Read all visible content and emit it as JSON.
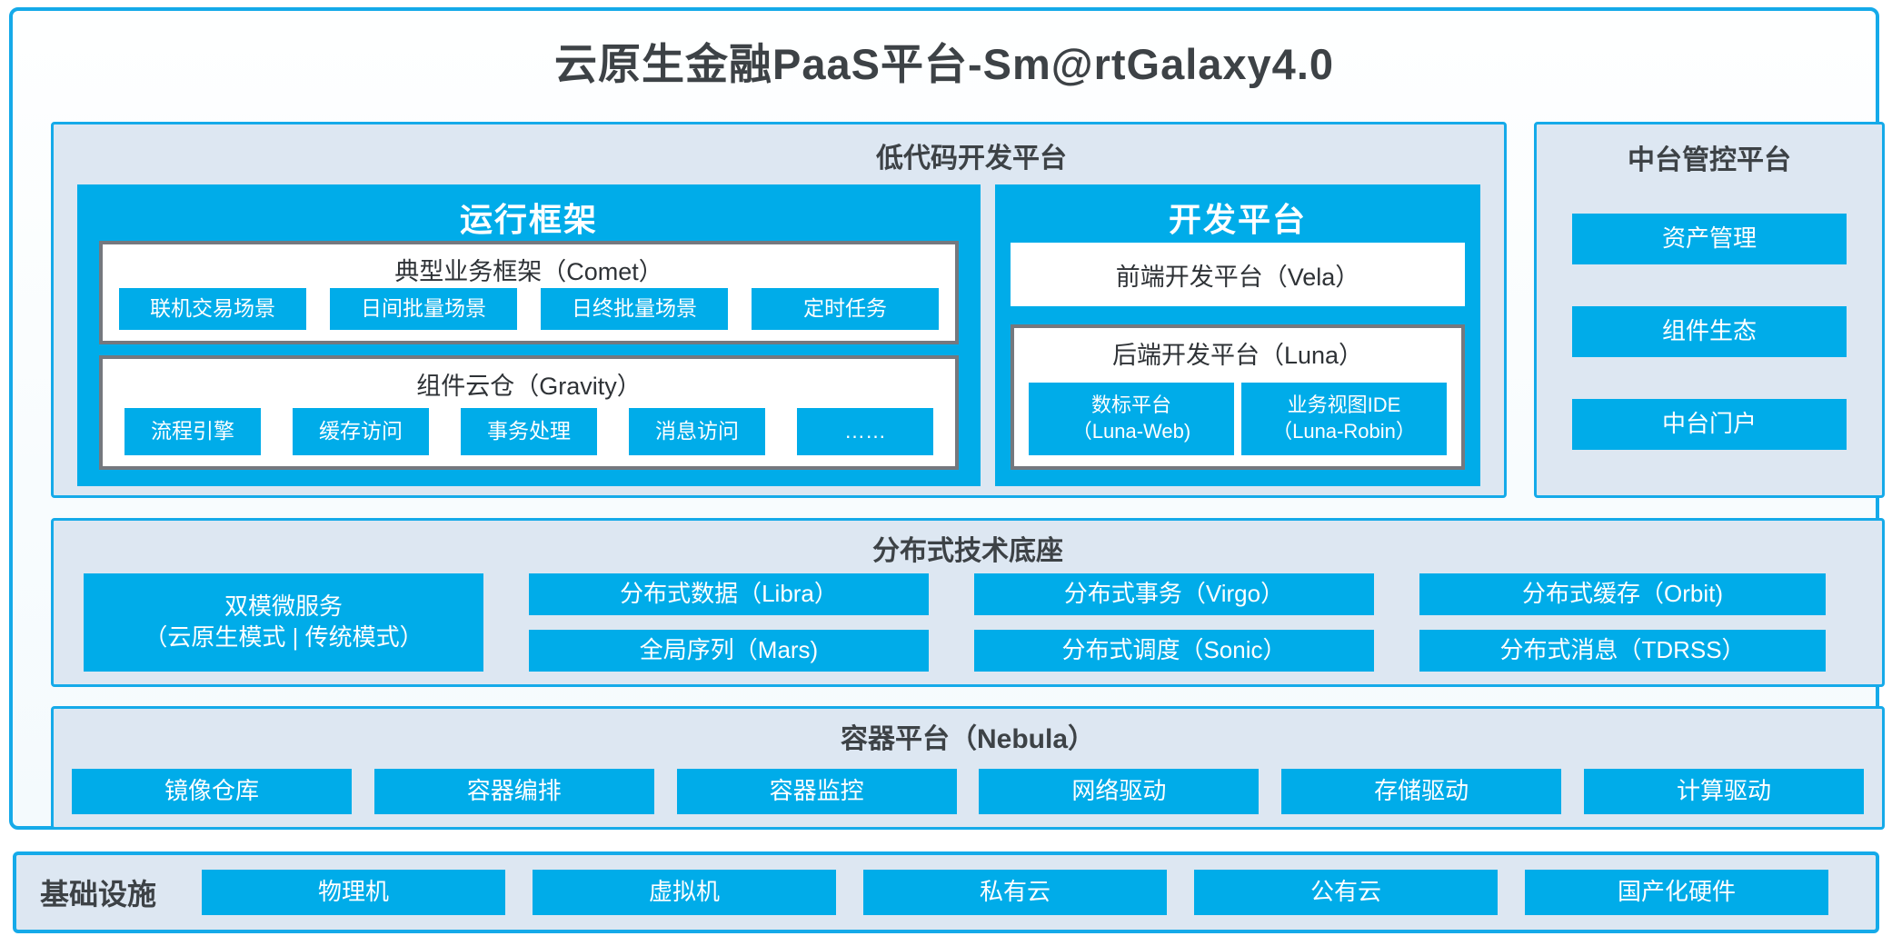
{
  "title": "云原生金融PaaS平台-Sm@rtGalaxy4.0",
  "colors": {
    "accent_blue": "#00ace9",
    "border_blue": "#15aae9",
    "panel_bg": "#dde7f2",
    "gray_border": "#75787e",
    "dark_text": "#3d4246"
  },
  "lowcode": {
    "header": "低代码开发平台",
    "runtime": {
      "title": "运行框架",
      "comet": {
        "title": "典型业务框架（Comet）",
        "chips": [
          "联机交易场景",
          "日间批量场景",
          "日终批量场景",
          "定时任务"
        ]
      },
      "gravity": {
        "title": "组件云仓（Gravity）",
        "chips": [
          "流程引擎",
          "缓存访问",
          "事务处理",
          "消息访问",
          "……"
        ]
      }
    },
    "dev": {
      "title": "开发平台",
      "vela": "前端开发平台（Vela）",
      "luna": {
        "title": "后端开发平台（Luna）",
        "chips": [
          {
            "line1": "数标平台",
            "line2": "（Luna-Web)"
          },
          {
            "line1": "业务视图IDE",
            "line2": "（Luna-Robin）"
          }
        ]
      }
    }
  },
  "midplatform": {
    "header": "中台管控平台",
    "chips": [
      "资产管理",
      "组件生态",
      "中台门户"
    ]
  },
  "distributed": {
    "header": "分布式技术底座",
    "dual": {
      "line1": "双模微服务",
      "line2": "（云原生模式 | 传统模式）"
    },
    "grid": [
      [
        "分布式数据（Libra）",
        "分布式事务（Virgo）",
        "分布式缓存（Orbit)"
      ],
      [
        "全局序列（Mars)",
        "分布式调度（Sonic）",
        "分布式消息（TDRSS）"
      ]
    ]
  },
  "container_platform": {
    "header": "容器平台（Nebula）",
    "chips": [
      "镜像仓库",
      "容器编排",
      "容器监控",
      "网络驱动",
      "存储驱动",
      "计算驱动"
    ]
  },
  "infrastructure": {
    "label": "基础设施",
    "chips": [
      "物理机",
      "虚拟机",
      "私有云",
      "公有云",
      "国产化硬件"
    ]
  }
}
